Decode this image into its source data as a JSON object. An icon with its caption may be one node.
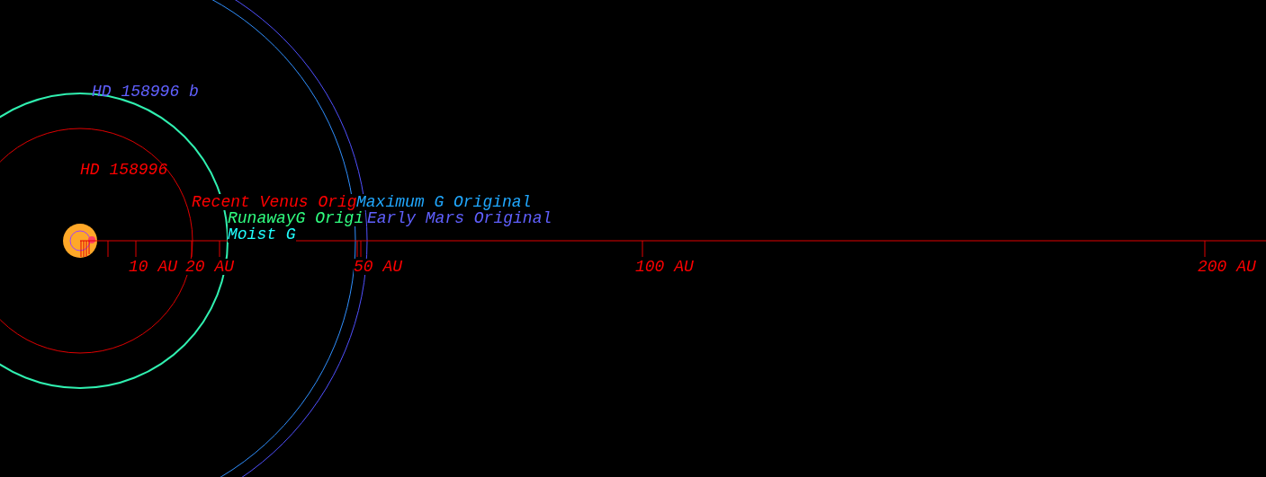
{
  "diagram": {
    "labels": [
      "HD 158996 b",
      "HD 158996",
      "Recent Venus Orig",
      "Maximum G Original",
      "RunawayG Origi",
      "Early Mars Original",
      "Moist G",
      "10 AU",
      "20 AU",
      "50 AU",
      "100 AU",
      "200 AU"
    ]
  }
}
